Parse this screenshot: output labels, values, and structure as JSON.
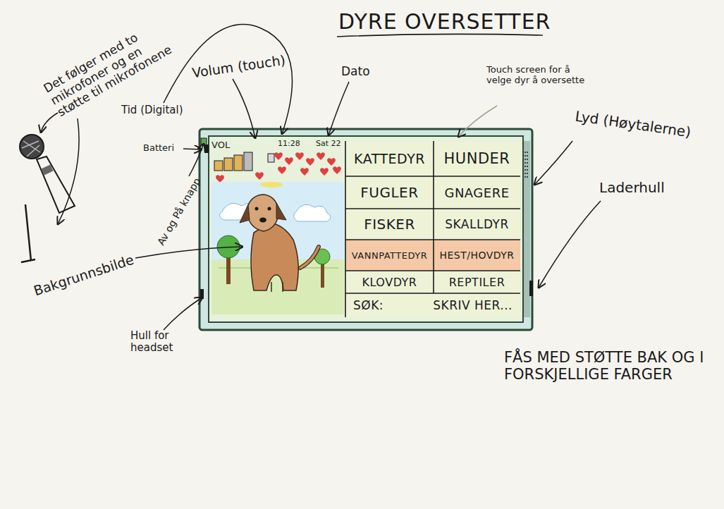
{
  "diagram": {
    "title": "DYRE OVERSETTER",
    "nodes": [
      {
        "text": [
          "KATTEDYR"
        ]
      },
      {
        "text": [
          "HUNDER"
        ]
      },
      {
        "text": [
          "FUGLER"
        ]
      },
      {
        "text": [
          "GNAGERE"
        ]
      },
      {
        "text": [
          "FISKER"
        ]
      },
      {
        "text": [
          "SKALLDYR"
        ]
      },
      {
        "text": [
          "VANNPATTEDYR"
        ]
      },
      {
        "text": [
          "HEST/HOVDYR"
        ]
      },
      {
        "text": [
          "KLOVDYR"
        ]
      },
      {
        "text": [
          "REPTILER"
        ]
      },
      {
        "text": [
          "SØK:",
          "SKRIV HER..."
        ]
      }
    ],
    "labels": [
      "Det følger med to mikrofoner og en støtte til mikrofonene",
      "Tid (Digital)",
      "Volum (touch)",
      "Dato",
      "Touch screen for å velge dyr å oversette",
      "Lyd (Høytalerne)",
      "Laderhull",
      "Batteri",
      "Av og På knapp",
      "Bakgrunnsbilde",
      "Hull for headset",
      "FÅS MED STØTTE BAK OG I FORSKJELLIGE FARGER",
      "VOL",
      "11:28",
      "Sat 22"
    ]
  }
}
